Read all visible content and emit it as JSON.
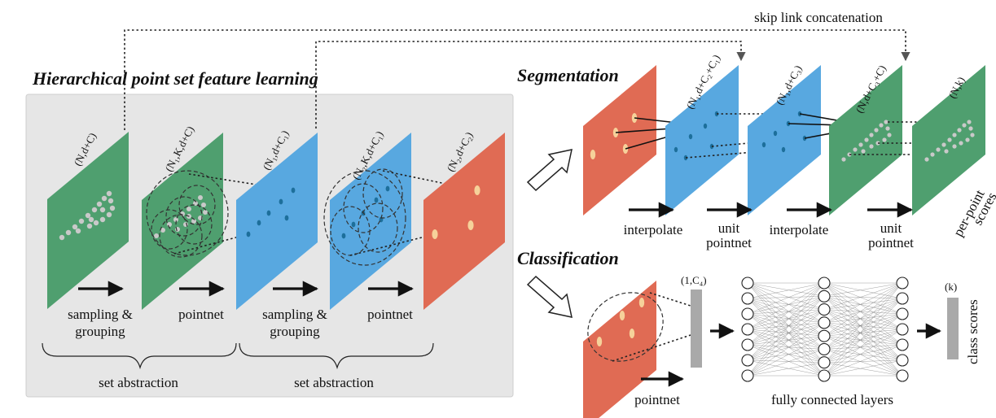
{
  "figure": {
    "titles": {
      "hierarchical": "Hierarchical point set feature learning",
      "segmentation": "Segmentation",
      "classification": "Classification"
    },
    "skip_link": "skip link concatenation",
    "left_panel": {
      "planes": [
        {
          "label": "(N,d+C)",
          "color": "#4f9f6f"
        },
        {
          "label": "(N₁,K,d+C)",
          "color": "#4f9f6f"
        },
        {
          "label": "(N₁,d+C₁)",
          "color": "#58a8e0"
        },
        {
          "label": "(N₂,K,d+C₁)",
          "color": "#58a8e0"
        },
        {
          "label": "(N₂,d+C₂)",
          "color": "#e06b54"
        }
      ],
      "operations": [
        {
          "line1": "sampling &",
          "line2": "grouping"
        },
        {
          "line1": "pointnet",
          "line2": ""
        },
        {
          "line1": "sampling &",
          "line2": "grouping"
        },
        {
          "line1": "pointnet",
          "line2": ""
        }
      ],
      "set_abstraction": [
        "set abstraction",
        "set abstraction"
      ]
    },
    "segmentation": {
      "planes": [
        {
          "label": "",
          "color": "#e06b54"
        },
        {
          "label": "(N₁,d+C₂+C₁)",
          "color": "#58a8e0"
        },
        {
          "label": "(N₁,d+C₃)",
          "color": "#58a8e0"
        },
        {
          "label": "(N,d+C₃+C)",
          "color": "#4f9f6f"
        },
        {
          "label": "(N,k)",
          "color": "#4f9f6f"
        }
      ],
      "operations": [
        {
          "line1": "interpolate",
          "line2": ""
        },
        {
          "line1": "unit",
          "line2": "pointnet"
        },
        {
          "line1": "interpolate",
          "line2": ""
        },
        {
          "line1": "unit",
          "line2": "pointnet"
        }
      ],
      "scores": {
        "line1": "per-point",
        "line2": "scores"
      }
    },
    "classification": {
      "plane_color": "#e06b54",
      "pointnet": "pointnet",
      "vector_label": "(1,C₄)",
      "fc_label": "fully connected layers",
      "output_label": "(k)",
      "class_scores": "class scores"
    }
  }
}
